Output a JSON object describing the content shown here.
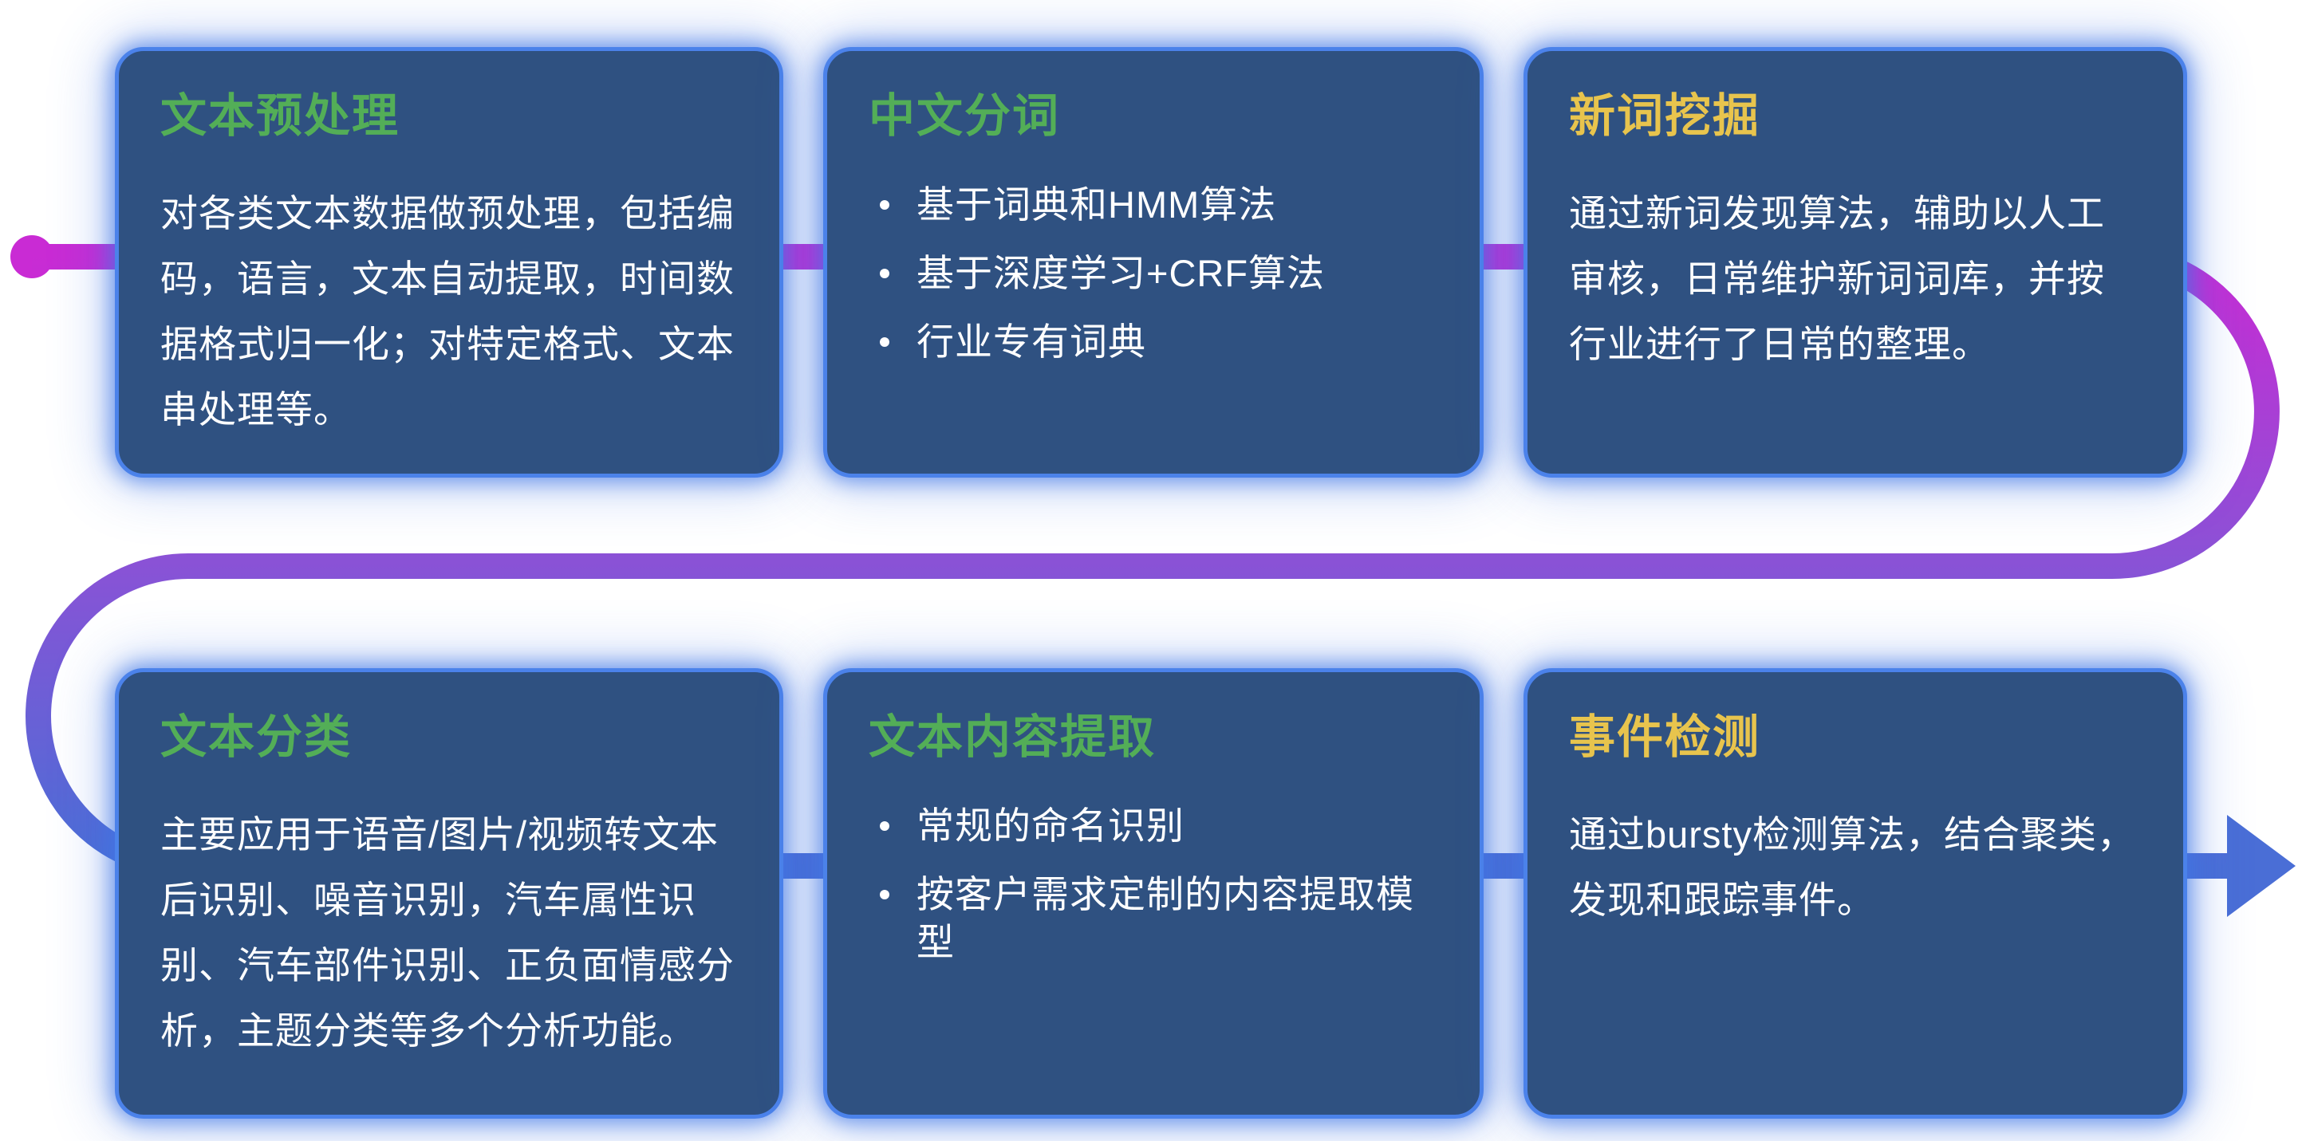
{
  "diagram": {
    "name": "NLP text-processing capabilities flow",
    "cards": [
      {
        "key": "text-preprocessing",
        "title": "文本预处理",
        "title_color": "green",
        "body": "对各类文本数据做预处理，包括编码，语言，文本自动提取，时间数据格式归一化；对特定格式、文本串处理等。"
      },
      {
        "key": "chinese-word-segmentation",
        "title": "中文分词",
        "title_color": "green",
        "bullets": [
          "基于词典和HMM算法",
          "基于深度学习+CRF算法",
          "行业专有词典"
        ]
      },
      {
        "key": "new-word-mining",
        "title": "新词挖掘",
        "title_color": "yellow",
        "body": "通过新词发现算法，辅助以人工审核，日常维护新词词库，并按行业进行了日常的整理。"
      },
      {
        "key": "text-classification",
        "title": "文本分类",
        "title_color": "green",
        "body": "主要应用于语音/图片/视频转文本后识别、噪音识别，汽车属性识别、汽车部件识别、正负面情感分析，主题分类等多个分析功能。"
      },
      {
        "key": "text-content-extraction",
        "title": "文本内容提取",
        "title_color": "green",
        "bullets": [
          "常规的命名识别",
          "按客户需求定制的内容提取模型"
        ]
      },
      {
        "key": "event-detection",
        "title": "事件检测",
        "title_color": "yellow",
        "body": "通过bursty检测算法，结合聚类，发现和跟踪事件。"
      }
    ]
  },
  "colors": {
    "card_bg": "#2f5181",
    "card_border": "#4b82ea",
    "title_green": "#53ae57",
    "title_yellow": "#e8c44d",
    "body_text": "#ffffff",
    "flow_magenta": "#c92bd4",
    "flow_purple": "#8a52d6",
    "flow_blue": "#4a6ed6"
  }
}
